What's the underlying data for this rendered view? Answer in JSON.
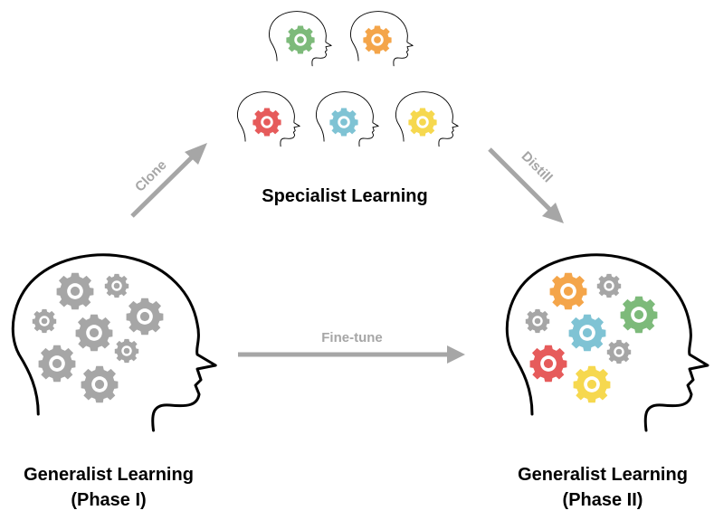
{
  "labels": {
    "specialist": "Specialist Learning",
    "generalist_phase1_line1": "Generalist Learning",
    "generalist_phase1_line2": "(Phase I)",
    "generalist_phase2_line1": "Generalist Learning",
    "generalist_phase2_line2": "(Phase II)"
  },
  "arrows": {
    "clone": "Clone",
    "distill": "Distill",
    "finetune": "Fine-tune"
  },
  "colors": {
    "head_outline": "#000000",
    "arrow": "#a6a6a6",
    "gear_gray": "#a6a6a6",
    "gear_green": "#7dba7a",
    "gear_orange": "#f4a54a",
    "gear_red": "#e65b5b",
    "gear_blue": "#7fc3d4",
    "gear_yellow": "#f6d84f"
  },
  "icons": {
    "head": "head-silhouette-icon",
    "gear": "gear-icon"
  }
}
